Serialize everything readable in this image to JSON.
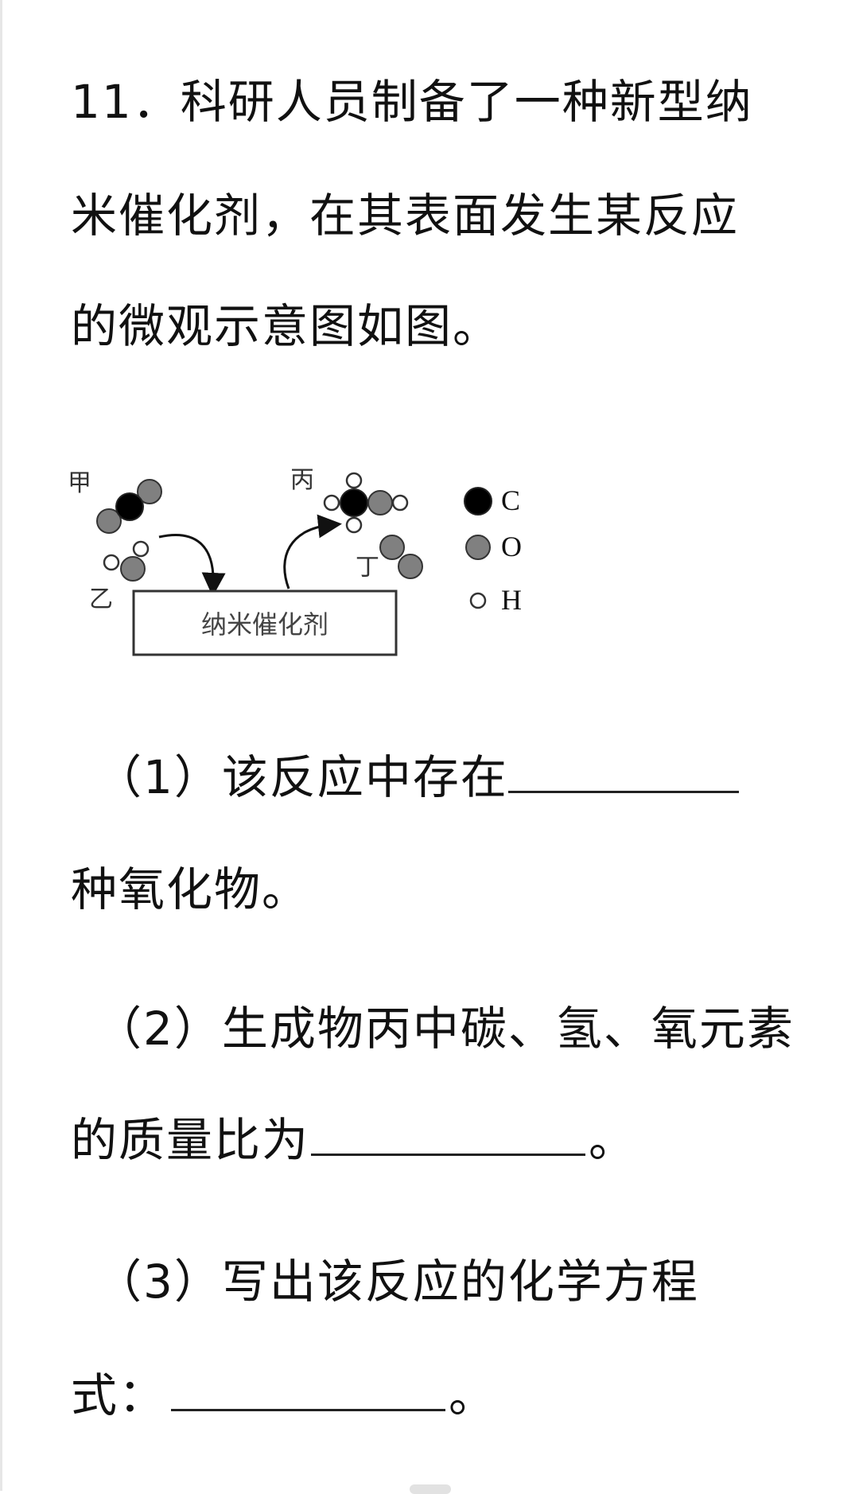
{
  "question": {
    "number": "11．",
    "stem_lines": [
      "11．科研人员制备了一种新型纳",
      "米催化剂，在其表面发生某反应",
      "的微观示意图如图。"
    ],
    "parts": [
      {
        "label": "（1）",
        "line1_before": "（1）该反应中存在",
        "line2": "种氧化物。"
      },
      {
        "label": "（2）",
        "line1": "（2）生成物丙中碳、氢、氧元素",
        "line2_before": "的质量比为",
        "line2_after": "。"
      },
      {
        "label": "（3）",
        "line1": "（3）写出该反应的化学方程",
        "line2_before": "式：",
        "line2_after": "。"
      }
    ]
  },
  "diagram": {
    "catalyst_label": "纳米催化剂",
    "molecules": {
      "jia": "甲",
      "yi": "乙",
      "bing": "丙",
      "ding": "丁"
    },
    "legend": [
      {
        "symbol": "C",
        "style": "black-filled"
      },
      {
        "symbol": "O",
        "style": "gray-filled"
      },
      {
        "symbol": "H",
        "style": "white-small"
      }
    ],
    "colors": {
      "carbon": "#000000",
      "oxygen": "#808080",
      "hydrogen": "#ffffff",
      "outline": "#333333"
    }
  }
}
